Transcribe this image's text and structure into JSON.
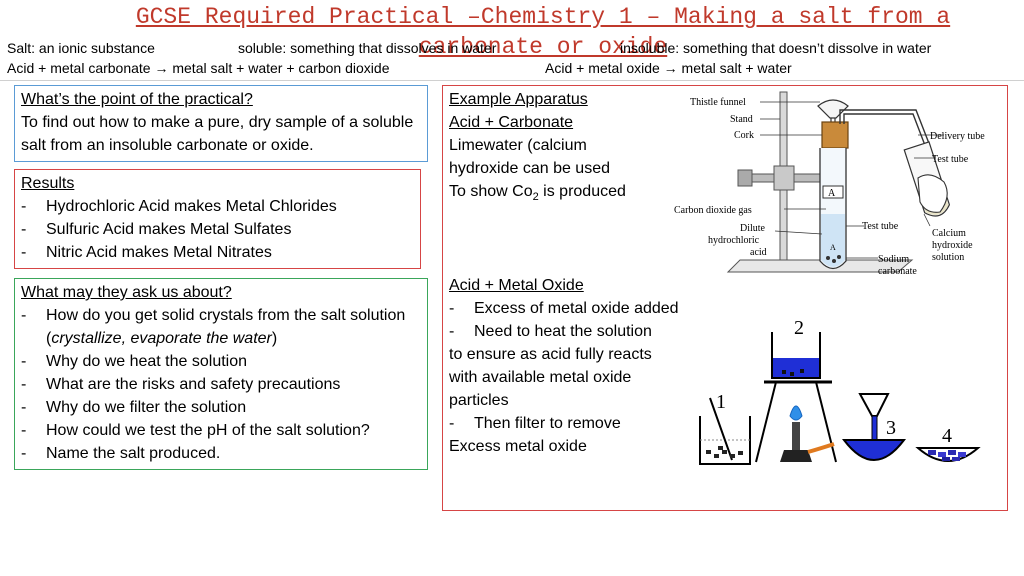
{
  "title": "GCSE Required Practical –Chemistry 1 – Making a salt from a carbonate or oxide",
  "definitions": {
    "salt": "Salt: an ionic substance",
    "soluble": "soluble: something that dissolves in water",
    "insoluble": "insoluble: something that doesn’t dissolve in water",
    "carbonate_equation": "Acid + metal carbonate → metal salt + water + carbon dioxide",
    "oxide_equation": "Acid + metal oxide → metal salt + water"
  },
  "point_box": {
    "heading": "What’s the point of the practical?",
    "body": "To find out how to make a pure, dry sample of a soluble salt from an insoluble carbonate or oxide."
  },
  "results_box": {
    "heading": "Results",
    "items": [
      "Hydrochloric Acid makes Metal Chlorides",
      "Sulfuric Acid makes Metal Sulfates",
      "Nitric Acid makes Metal Nitrates"
    ]
  },
  "questions_box": {
    "heading": "What may they ask us about?",
    "items": [
      "How do you get solid crystals from the salt solution (",
      "crystallize, evaporate the water",
      ")",
      "Why do we heat the solution",
      "What are the risks and safety precautions",
      "Why do we filter the solution",
      "How could we test the pH of the salt solution?",
      "Name the salt produced."
    ]
  },
  "apparatus_box": {
    "heading": "Example Apparatus",
    "carbonate_heading": "Acid + Carbonate",
    "carbonate_text": [
      "Limewater (calcium",
      "hydroxide can be used",
      "To show Co",
      "2",
      " is produced"
    ],
    "oxide_heading": "Acid + Metal Oxide",
    "oxide_items": [
      "Excess of metal oxide added",
      "Need to heat the solution",
      "to ensure as acid fully reacts",
      "with available metal oxide",
      "particles",
      "Then filter to remove",
      "Excess metal oxide"
    ]
  },
  "carbonate_diagram": {
    "labels": [
      "Thistle funnel",
      "Stand",
      "Cork",
      "Delivery tube",
      "Test tube",
      "Carbon dioxide gas",
      "Dilute",
      "hydrochloric",
      "acid",
      "Test tube",
      "Calcium",
      "hydroxide",
      "solution",
      "Sodium",
      "carbonate",
      "A",
      "A"
    ]
  },
  "oxide_diagram": {
    "steps": [
      "1",
      "2",
      "3",
      "4"
    ],
    "colors": {
      "solution": "#1f2fd6",
      "flame": "#2f8fe8",
      "line": "#000000"
    }
  }
}
